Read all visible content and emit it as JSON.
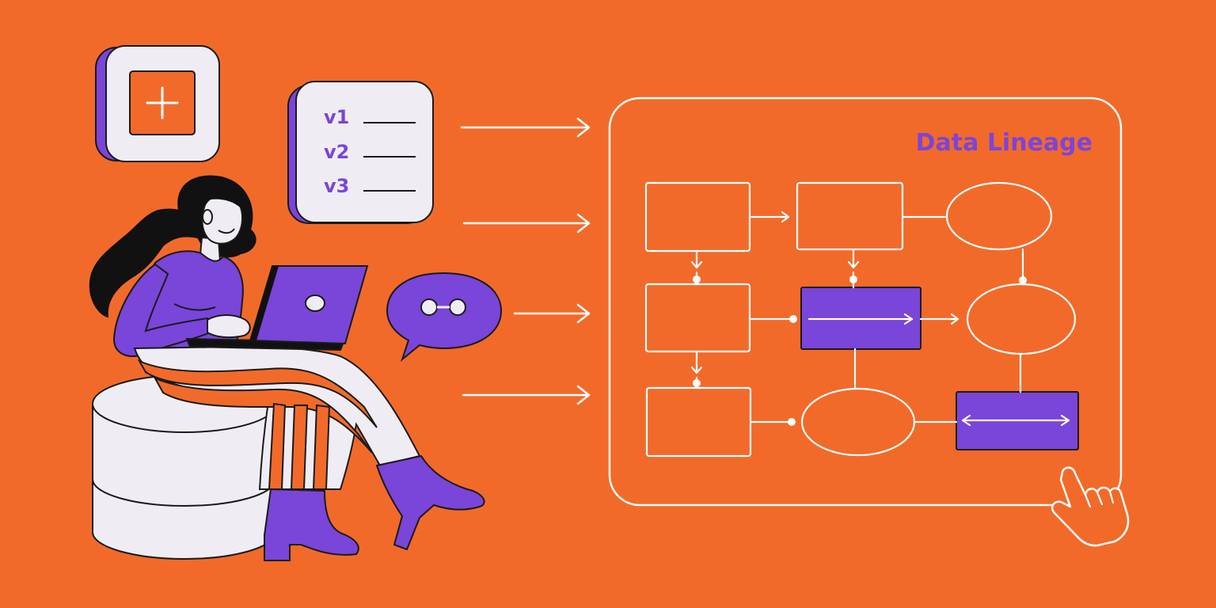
{
  "colors": {
    "background": "#F26A2A",
    "accent_purple": "#7A45D9",
    "line_white": "#FFFFFF",
    "card_light": "#EFEDF3",
    "outline_dark": "#1A1A1A"
  },
  "versions_card": {
    "items": [
      "v1",
      "v2",
      "v3"
    ]
  },
  "lineage_panel": {
    "title": "Data Lineage"
  },
  "icons": {
    "add": "plus-icon",
    "chat": "speech-bubble-icon",
    "pointer": "hand-pointer-icon",
    "storage": "database-icon",
    "device": "laptop-icon"
  }
}
